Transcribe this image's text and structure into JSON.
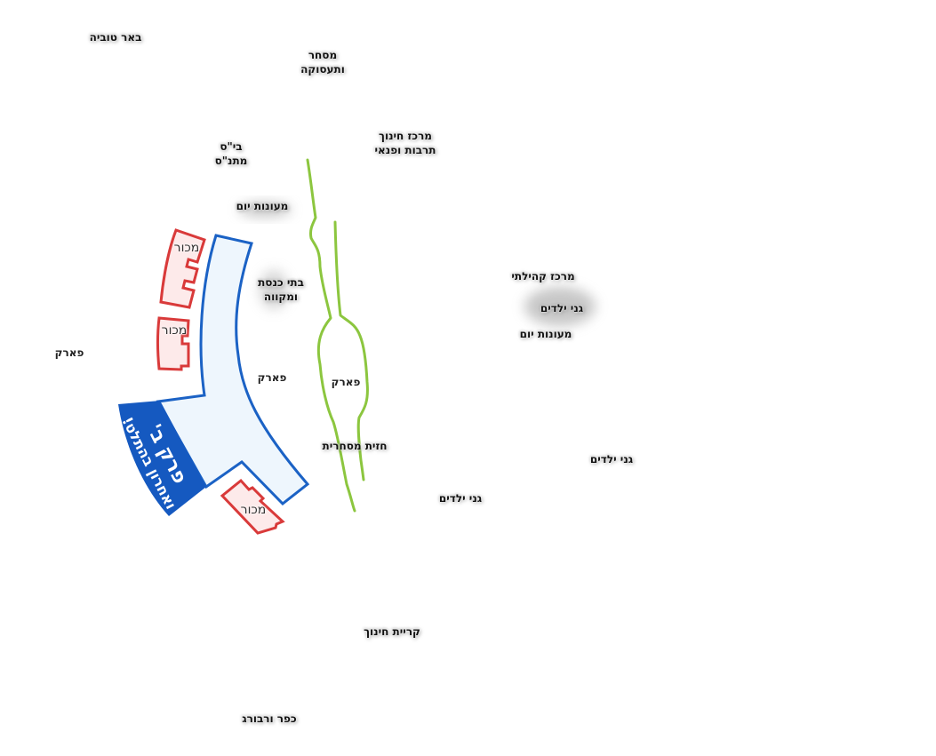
{
  "colors": {
    "green_path": "#8cc63f",
    "blue_outline": "#1b62c5",
    "blue_fill": "#eef6fd",
    "blue_solid": "#1559c0",
    "red_outline": "#d93a3a",
    "red_fill": "#fdeaea"
  },
  "block": {
    "title": "פרק ב'",
    "subtitle": "ואחרון בהתלט!"
  },
  "vacant_label": "מכור",
  "labels": [
    {
      "key": "beer-tuvia",
      "lines": [
        "באר טוביה"
      ]
    },
    {
      "key": "commerce",
      "lines": [
        "מסחר",
        "ותעסוקה"
      ]
    },
    {
      "key": "school",
      "lines": [
        "בי\"ס",
        "מתנ\"ס"
      ]
    },
    {
      "key": "education-center",
      "lines": [
        "מרכז חינוך",
        "תרבות ופנאי"
      ]
    },
    {
      "key": "daycare-1",
      "lines": [
        "מעונות יום"
      ]
    },
    {
      "key": "synagogues",
      "lines": [
        "בתי כנסת",
        "ומקווה"
      ]
    },
    {
      "key": "park-west",
      "lines": [
        "פארק"
      ]
    },
    {
      "key": "park-mid",
      "lines": [
        "פארק"
      ]
    },
    {
      "key": "park-green",
      "lines": [
        "פארק"
      ]
    },
    {
      "key": "community-center",
      "lines": [
        "מרכז קהילתי"
      ]
    },
    {
      "key": "kindergarten-1",
      "lines": [
        "גני ילדים"
      ]
    },
    {
      "key": "daycare-2",
      "lines": [
        "מעונות יום"
      ]
    },
    {
      "key": "commercial-front",
      "lines": [
        "חזית מסחרית"
      ]
    },
    {
      "key": "kindergarten-2",
      "lines": [
        "גני ילדים"
      ]
    },
    {
      "key": "kindergarten-3",
      "lines": [
        "גני ילדים"
      ]
    },
    {
      "key": "education-campus",
      "lines": [
        "קריית חינוך"
      ]
    },
    {
      "key": "kfar-warburg",
      "lines": [
        "כפר ורבורג"
      ]
    }
  ]
}
